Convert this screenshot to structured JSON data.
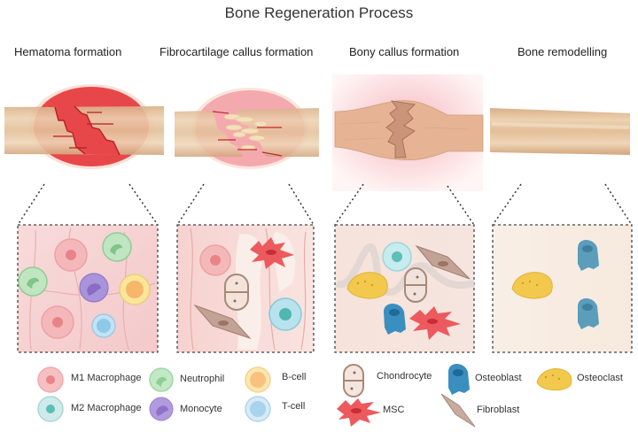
{
  "title": "Bone Regeneration Process",
  "stages": [
    {
      "label": "Hematoma formation"
    },
    {
      "label": "Fibrocartilage callus formation"
    },
    {
      "label": "Bony callus formation"
    },
    {
      "label": "Bone remodelling"
    }
  ],
  "legend": {
    "m1_macrophage": "M1 Macrophage",
    "m2_macrophage": "M2 Macrophage",
    "neutrophil": "Neutrophil",
    "monocyte": "Monocyte",
    "b_cell": "B-cell",
    "t_cell": "T-cell",
    "chondrocyte": "Chondrocyte",
    "msc": "MSC",
    "osteoblast": "Osteoblast",
    "fibroblast": "Fibroblast",
    "osteoclast": "Osteoclast"
  },
  "colors": {
    "bone": "#e8c6a0",
    "bone_dark": "#d2a47a",
    "hematoma": "#e8474a",
    "fibro_callus": "#f4a9ae",
    "m1": "#f5a7aa",
    "m2": "#a9dcd8",
    "neutrophil": "#9fd9a6",
    "monocyte": "#a58bd6",
    "b_cell": "#f8cf8c",
    "t_cell": "#9fcfea",
    "msc": "#ec5a5e",
    "osteoblast": "#3a8fbf",
    "osteoclast": "#f2c94c",
    "fibroblast": "#b48d7e",
    "chondrocyte": "#a88878"
  }
}
